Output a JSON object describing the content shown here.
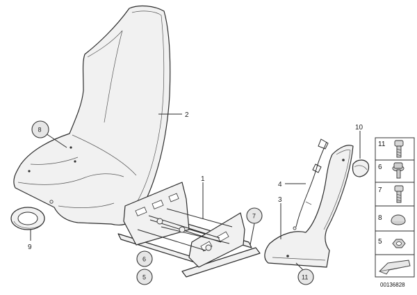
{
  "callouts": {
    "seat_shell": "2",
    "frame": "1",
    "cable": "4",
    "side_panel": "3",
    "cap": "10",
    "ring": "9",
    "left_circle": "8",
    "bottom_circle_a": "6",
    "bottom_circle_b": "5",
    "right_circle": "7",
    "bottom_right_circle": "11"
  },
  "parts_panel": {
    "items": [
      {
        "number": "11",
        "icon": "bolt-hex-socket-icon"
      },
      {
        "number": "6",
        "icon": "screw-with-washer-icon"
      },
      {
        "number": "7",
        "icon": "hex-socket-screw-icon"
      },
      {
        "number": "8",
        "icon": "plug-cap-icon"
      },
      {
        "number": "5",
        "icon": "hex-nut-icon"
      }
    ]
  },
  "diagram_code": "00136828"
}
